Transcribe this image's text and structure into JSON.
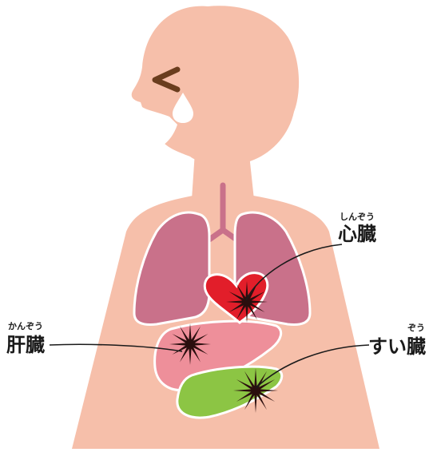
{
  "colors": {
    "skin": "#f6bfaa",
    "lung": "#c9718a",
    "trachea": "#c9718a",
    "heart": "#e21e2a",
    "liver": "#ee8f9a",
    "pancreas": "#8cc544",
    "tear": "#ffffff",
    "eye": "#6a3d1e",
    "pain_burst": "#2b0e0e",
    "leader_line": "#1a1a1a"
  },
  "labels": {
    "heart": {
      "text": "心臓",
      "ruby": "しんぞう"
    },
    "liver": {
      "text": "肝臓",
      "ruby": "かんぞう"
    },
    "pancreas": {
      "text": "すい臓",
      "ruby": "ぞう"
    }
  },
  "icons": {
    "eye": "squinting-eye-icon",
    "tear": "tear-drop-icon",
    "pain": "pain-burst-icon"
  }
}
